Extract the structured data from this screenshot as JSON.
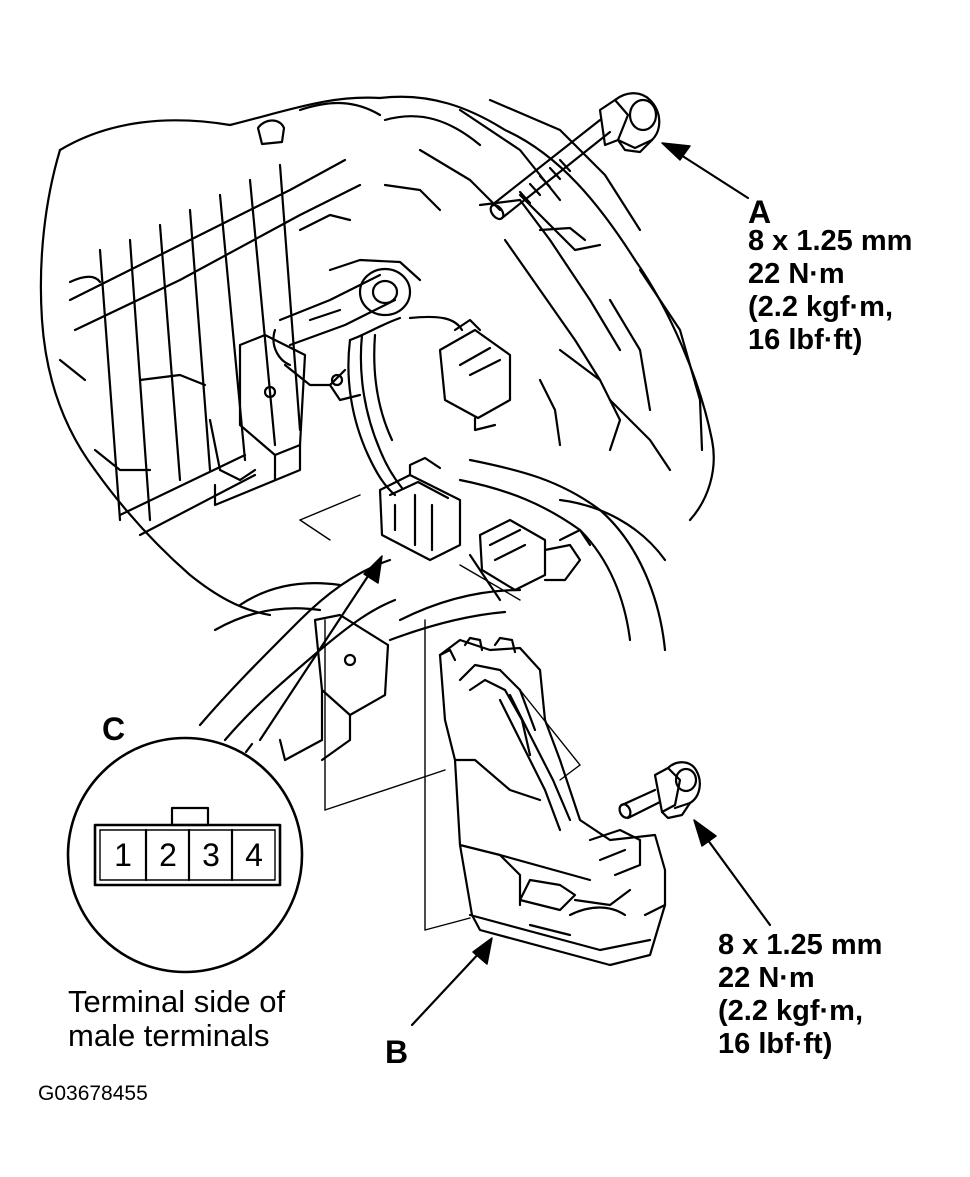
{
  "labels": {
    "a": "A",
    "b": "B",
    "c": "C"
  },
  "bolt_a_spec": [
    "8 x 1.25 mm",
    "22 N·m",
    "(2.2 kgf·m,",
    "16 lbf·ft)"
  ],
  "bolt_b_spec": [
    "8 x 1.25 mm",
    "22 N·m",
    "(2.2 kgf·m,",
    "16 lbf·ft)"
  ],
  "connector": {
    "pins": [
      "1",
      "2",
      "3",
      "4"
    ],
    "caption": [
      "Terminal side of",
      "male terminals"
    ]
  },
  "figure_id": "G03678455",
  "colors": {
    "line": "#000000",
    "background": "#ffffff"
  }
}
